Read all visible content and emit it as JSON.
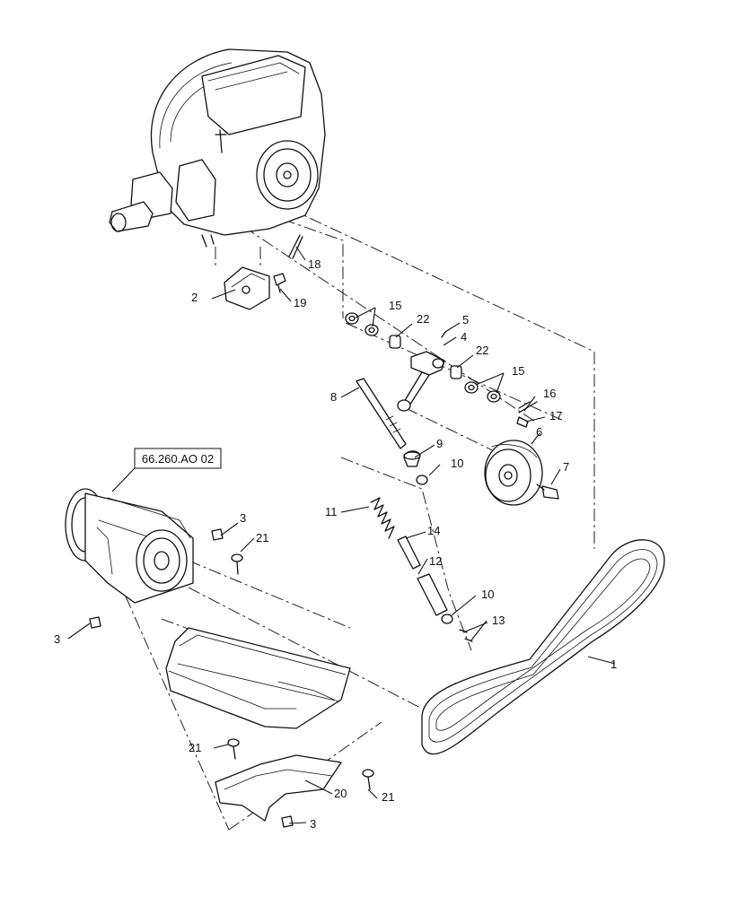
{
  "reference": {
    "label": "66.260.AO 02"
  },
  "callouts": {
    "c1": "1",
    "c2": "2",
    "c3a": "3",
    "c3b": "3",
    "c3c": "3",
    "c4": "4",
    "c5": "5",
    "c6": "6",
    "c7": "7",
    "c8": "8",
    "c9": "9",
    "c10a": "10",
    "c10b": "10",
    "c11": "11",
    "c12": "12",
    "c13": "13",
    "c14": "14",
    "c15a": "15",
    "c15b": "15",
    "c16": "16",
    "c17": "17",
    "c18": "18",
    "c19": "19",
    "c20": "20",
    "c21a": "21",
    "c21b": "21",
    "c21c": "21",
    "c22a": "22",
    "c22b": "22"
  }
}
